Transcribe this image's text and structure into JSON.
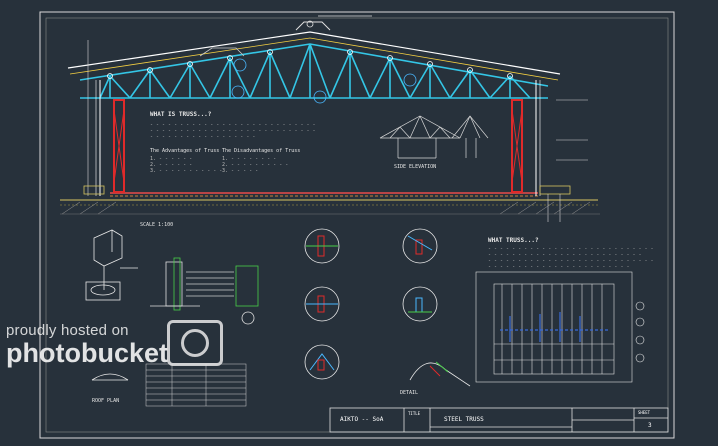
{
  "drawing": {
    "note_title_left": "WHAT IS TRUSS...?",
    "adv_heading": "The Advantages of Truss",
    "disadv_heading": "The Disadvantages of Truss",
    "section_label": "SIDE ELEVATION",
    "note_title_right": "WHAT TRUSS...?",
    "scale_label": "SCALE 1:100",
    "detail_label": "DETAIL",
    "bottom_left_caption": "ROOF PLAN"
  },
  "title_block": {
    "school": "AIKTO -- SoA",
    "title": "STEEL TRUSS",
    "sheet_no": "3",
    "field_label": "TITLE",
    "sheet_label": "SHEET"
  },
  "watermark": {
    "line1": "proudly hosted on",
    "line2": "photobucket"
  },
  "colors": {
    "background": "#27313b",
    "truss": "#34c6e6",
    "column": "#e02a2a",
    "frame": "#f0f0f0",
    "ground": "#d8c560"
  }
}
